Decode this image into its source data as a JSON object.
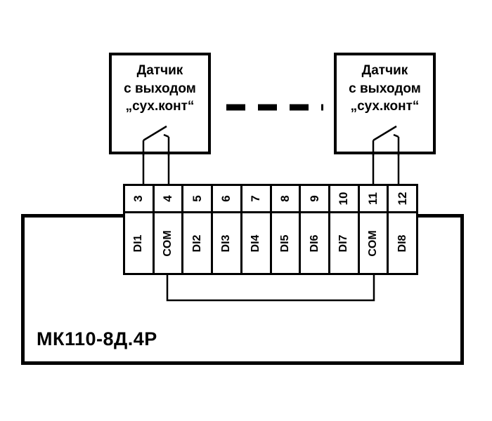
{
  "device": {
    "label": "МК110-8Д.4Р"
  },
  "sensors": {
    "left": {
      "line1": "Датчик",
      "line2": "с выходом",
      "line3": "„сух.конт“"
    },
    "right": {
      "line1": "Датчик",
      "line2": "с выходом",
      "line3": "„сух.конт“"
    }
  },
  "terminals": [
    {
      "number": "3",
      "label": "DI1"
    },
    {
      "number": "4",
      "label": "COM"
    },
    {
      "number": "5",
      "label": "DI2"
    },
    {
      "number": "6",
      "label": "DI3"
    },
    {
      "number": "7",
      "label": "DI4"
    },
    {
      "number": "8",
      "label": "DI5"
    },
    {
      "number": "9",
      "label": "DI6"
    },
    {
      "number": "10",
      "label": "DI7"
    },
    {
      "number": "11",
      "label": "COM"
    },
    {
      "number": "12",
      "label": "DI8"
    }
  ],
  "colors": {
    "line": "#000000",
    "background": "#ffffff"
  }
}
